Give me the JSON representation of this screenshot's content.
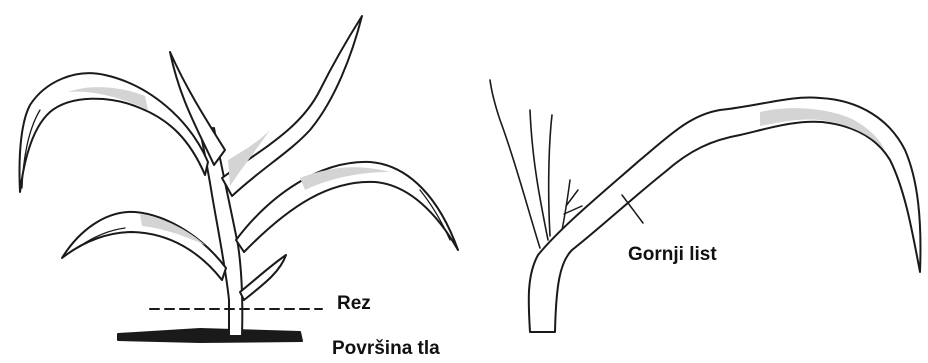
{
  "labels": {
    "cut": "Rez",
    "soil_surface": "Površina tla",
    "upper_leaf": "Gornji list"
  },
  "colors": {
    "line": "#1a1a1a",
    "shade": "#d4d4d4",
    "background": "#ffffff"
  }
}
